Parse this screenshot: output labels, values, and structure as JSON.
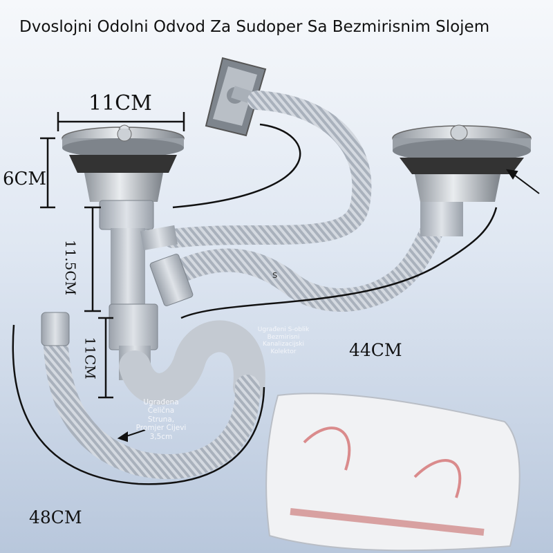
{
  "title": "Dvoslojni Odolni Odvod Za Sudoper Sa Bezmirisnim Slojem",
  "dimensions": {
    "strainer_width": "11CM",
    "strainer_height": "6CM",
    "pipe_upper": "11.5CM",
    "pipe_lower": "11CM",
    "hose_right": "44CM",
    "hose_bottom": "48CM"
  },
  "annotations": {
    "s_mark": "s",
    "s_trap_note": "Ugrađeni S-oblik Bezmirisni Kanalizacijski Kolektor",
    "wire_note": "Ugrađena Čelična Struna, Promjer Cijevi 3,5cm"
  }
}
